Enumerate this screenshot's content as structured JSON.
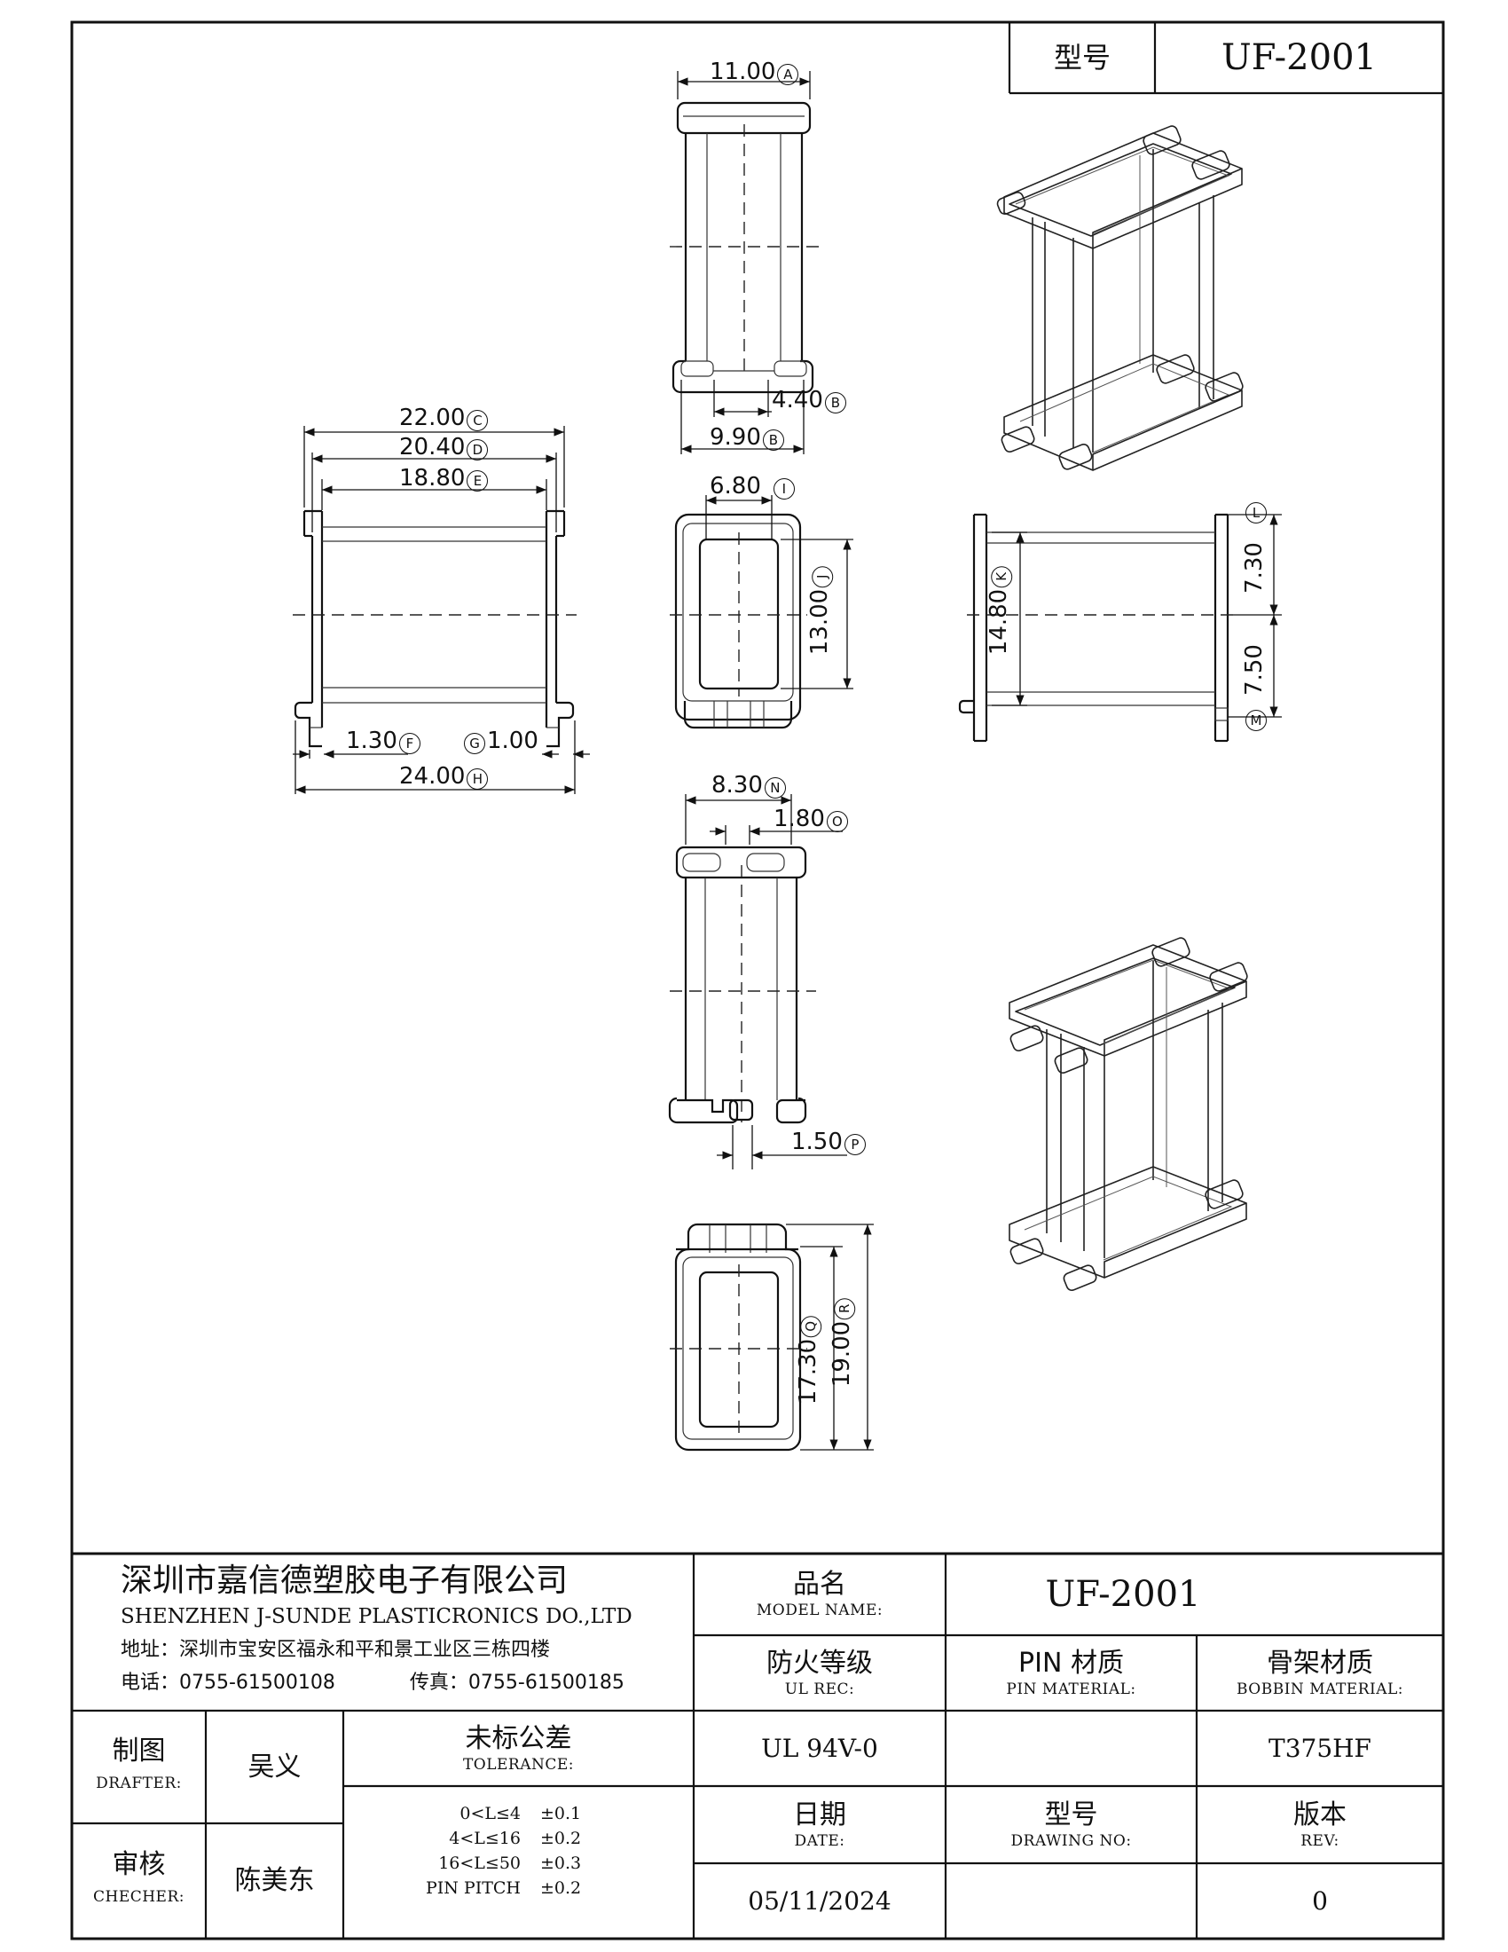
{
  "header": {
    "type_label": "型号",
    "type_value": "UF-2001"
  },
  "dims": {
    "A": {
      "value": "11.00",
      "letter": "A"
    },
    "B1": {
      "value": "4.40",
      "letter": "B"
    },
    "B2": {
      "value": "9.90",
      "letter": "B"
    },
    "C": {
      "value": "22.00",
      "letter": "C"
    },
    "D": {
      "value": "20.40",
      "letter": "D"
    },
    "E": {
      "value": "18.80",
      "letter": "E"
    },
    "F": {
      "value": "1.30",
      "letter": "F"
    },
    "G": {
      "value": "1.00",
      "letter": "G"
    },
    "H": {
      "value": "24.00",
      "letter": "H"
    },
    "I": {
      "value": "6.80",
      "letter": "I"
    },
    "J": {
      "value": "13.00",
      "letter": "J"
    },
    "K": {
      "value": "14.80",
      "letter": "K"
    },
    "L": {
      "value": "7.30",
      "letter": "L"
    },
    "M": {
      "value": "7.50",
      "letter": "M"
    },
    "N": {
      "value": "8.30",
      "letter": "N"
    },
    "O": {
      "value": "1.80",
      "letter": "O"
    },
    "P": {
      "value": "1.50",
      "letter": "P"
    },
    "Q": {
      "value": "17.30",
      "letter": "Q"
    },
    "R": {
      "value": "19.00",
      "letter": "R"
    }
  },
  "title_block": {
    "company_cn": "深圳市嘉信德塑胶电子有限公司",
    "company_en": "SHENZHEN J-SUNDE PLASTICRONICS DO.,LTD",
    "address": "地址：深圳市宝安区福永和平和景工业区三栋四楼",
    "phone": "电话：0755-61500108",
    "fax": "传真：0755-61500185",
    "model_name_cn": "品名",
    "model_name_en": "MODEL NAME:",
    "model_name_value": "UF-2001",
    "ul_cn": "防火等级",
    "ul_en": "UL REC:",
    "ul_value": "UL 94V-0",
    "pin_cn": "PIN 材质",
    "pin_en": "PIN MATERIAL:",
    "pin_value": "",
    "bobbin_cn": "骨架材质",
    "bobbin_en": "BOBBIN MATERIAL:",
    "bobbin_value": "T375HF",
    "drafter_cn": "制图",
    "drafter_en": "DRAFTER:",
    "drafter_value": "吴义",
    "checker_cn": "审核",
    "checker_en": "CHECHER:",
    "checker_value": "陈美东",
    "tolerance_cn": "未标公差",
    "tolerance_en": "TOLERANCE:",
    "tolerances": [
      {
        "range": "0<L≤4",
        "tol": "±0.1"
      },
      {
        "range": "4<L≤16",
        "tol": "±0.2"
      },
      {
        "range": "16<L≤50",
        "tol": "±0.3"
      },
      {
        "range": "PIN PITCH",
        "tol": "±0.2"
      }
    ],
    "date_cn": "日期",
    "date_en": "DATE:",
    "date_value": "05/11/2024",
    "drawing_no_cn": "型号",
    "drawing_no_en": "DRAWING NO:",
    "drawing_no_value": "",
    "rev_cn": "版本",
    "rev_en": "REV:",
    "rev_value": "0"
  }
}
